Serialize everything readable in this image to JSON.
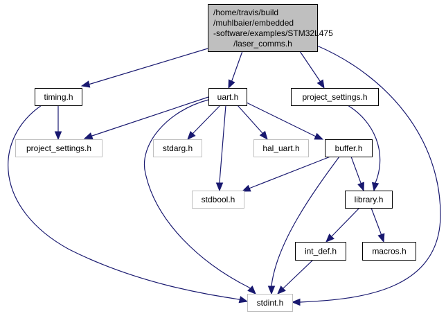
{
  "diagram": {
    "title": "laser_comms.h include dependency graph",
    "colors": {
      "edge": "#191970",
      "root_fill": "#bfbfbf",
      "root_border": "#000000",
      "documented_border": "#000000",
      "external_border": "#bfbfbf",
      "node_fill": "#ffffff"
    },
    "nodes": [
      {
        "id": "root",
        "lines": [
          "/home/travis/build",
          "/muhlbaier/embedded",
          "-software/examples/STM32L475",
          "/laser_comms.h"
        ],
        "kind": "root"
      },
      {
        "id": "timing",
        "lines": [
          "timing.h"
        ],
        "kind": "documented"
      },
      {
        "id": "uart",
        "lines": [
          "uart.h"
        ],
        "kind": "documented"
      },
      {
        "id": "ps_doc",
        "lines": [
          "project_settings.h"
        ],
        "kind": "documented"
      },
      {
        "id": "ps_ext",
        "lines": [
          "project_settings.h"
        ],
        "kind": "external"
      },
      {
        "id": "stdarg",
        "lines": [
          "stdarg.h"
        ],
        "kind": "external"
      },
      {
        "id": "hal_uart",
        "lines": [
          "hal_uart.h"
        ],
        "kind": "external"
      },
      {
        "id": "buffer",
        "lines": [
          "buffer.h"
        ],
        "kind": "documented"
      },
      {
        "id": "stdbool",
        "lines": [
          "stdbool.h"
        ],
        "kind": "external"
      },
      {
        "id": "library",
        "lines": [
          "library.h"
        ],
        "kind": "documented"
      },
      {
        "id": "int_def",
        "lines": [
          "int_def.h"
        ],
        "kind": "documented"
      },
      {
        "id": "macros",
        "lines": [
          "macros.h"
        ],
        "kind": "documented"
      },
      {
        "id": "stdint",
        "lines": [
          "stdint.h"
        ],
        "kind": "external"
      }
    ],
    "edges": [
      {
        "from": "root",
        "to": "timing"
      },
      {
        "from": "root",
        "to": "uart"
      },
      {
        "from": "root",
        "to": "ps_doc"
      },
      {
        "from": "root",
        "to": "stdint"
      },
      {
        "from": "timing",
        "to": "ps_ext"
      },
      {
        "from": "timing",
        "to": "stdint"
      },
      {
        "from": "uart",
        "to": "ps_ext"
      },
      {
        "from": "uart",
        "to": "stdarg"
      },
      {
        "from": "uart",
        "to": "hal_uart"
      },
      {
        "from": "uart",
        "to": "buffer"
      },
      {
        "from": "uart",
        "to": "stdbool"
      },
      {
        "from": "uart",
        "to": "stdint"
      },
      {
        "from": "ps_doc",
        "to": "library"
      },
      {
        "from": "buffer",
        "to": "stdbool"
      },
      {
        "from": "buffer",
        "to": "library"
      },
      {
        "from": "buffer",
        "to": "stdint"
      },
      {
        "from": "library",
        "to": "int_def"
      },
      {
        "from": "library",
        "to": "macros"
      },
      {
        "from": "int_def",
        "to": "stdint"
      }
    ]
  }
}
